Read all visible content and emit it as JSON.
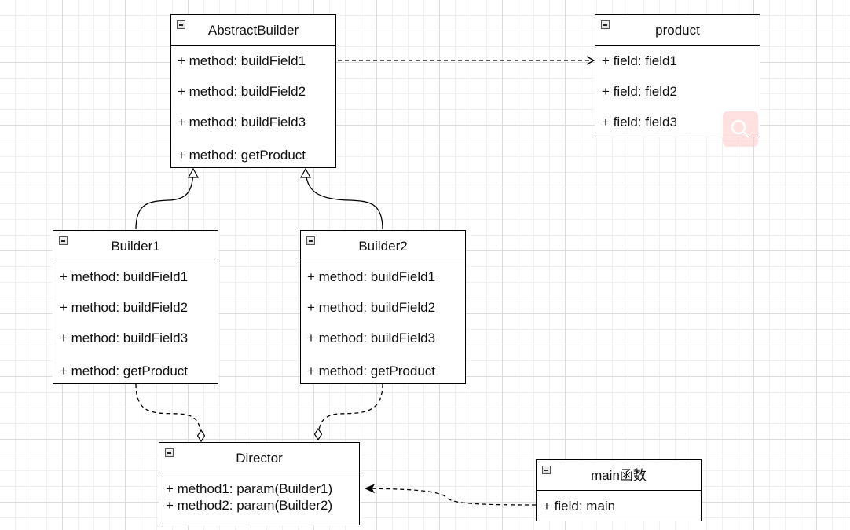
{
  "classes": {
    "abstract_builder": {
      "name": "AbstractBuilder",
      "members": [
        "+ method: buildField1",
        "+ method: buildField2",
        "+ method: buildField3",
        "+ method: getProduct"
      ]
    },
    "product": {
      "name": "product",
      "members": [
        "+ field: field1",
        "+ field: field2",
        "+ field: field3"
      ]
    },
    "builder1": {
      "name": "Builder1",
      "members": [
        "+ method: buildField1",
        "+ method: buildField2",
        "+ method: buildField3",
        "+ method: getProduct"
      ]
    },
    "builder2": {
      "name": "Builder2",
      "members": [
        "+ method: buildField1",
        "+ method: buildField2",
        "+ method: buildField3",
        "+ method: getProduct"
      ]
    },
    "director": {
      "name": "Director",
      "members": [
        "+ method1: param(Builder1)",
        "+ method2: param(Builder2)"
      ]
    },
    "main": {
      "name": "main函数",
      "members": [
        "+ field: main"
      ]
    }
  },
  "relations": [
    {
      "type": "dependency",
      "from": "AbstractBuilder",
      "to": "product"
    },
    {
      "type": "generalization",
      "from": "Builder1",
      "to": "AbstractBuilder"
    },
    {
      "type": "generalization",
      "from": "Builder2",
      "to": "AbstractBuilder"
    },
    {
      "type": "aggregation",
      "from": "Builder1",
      "to": "Director"
    },
    {
      "type": "aggregation",
      "from": "Builder2",
      "to": "Director"
    },
    {
      "type": "dependency",
      "from": "main函数",
      "to": "Director"
    }
  ],
  "colors": {
    "stroke": "#000000",
    "grid": "#dcdcdc",
    "search_badge": "#ffc8c8"
  },
  "icons": [
    "collapse-icon",
    "search-icon"
  ]
}
